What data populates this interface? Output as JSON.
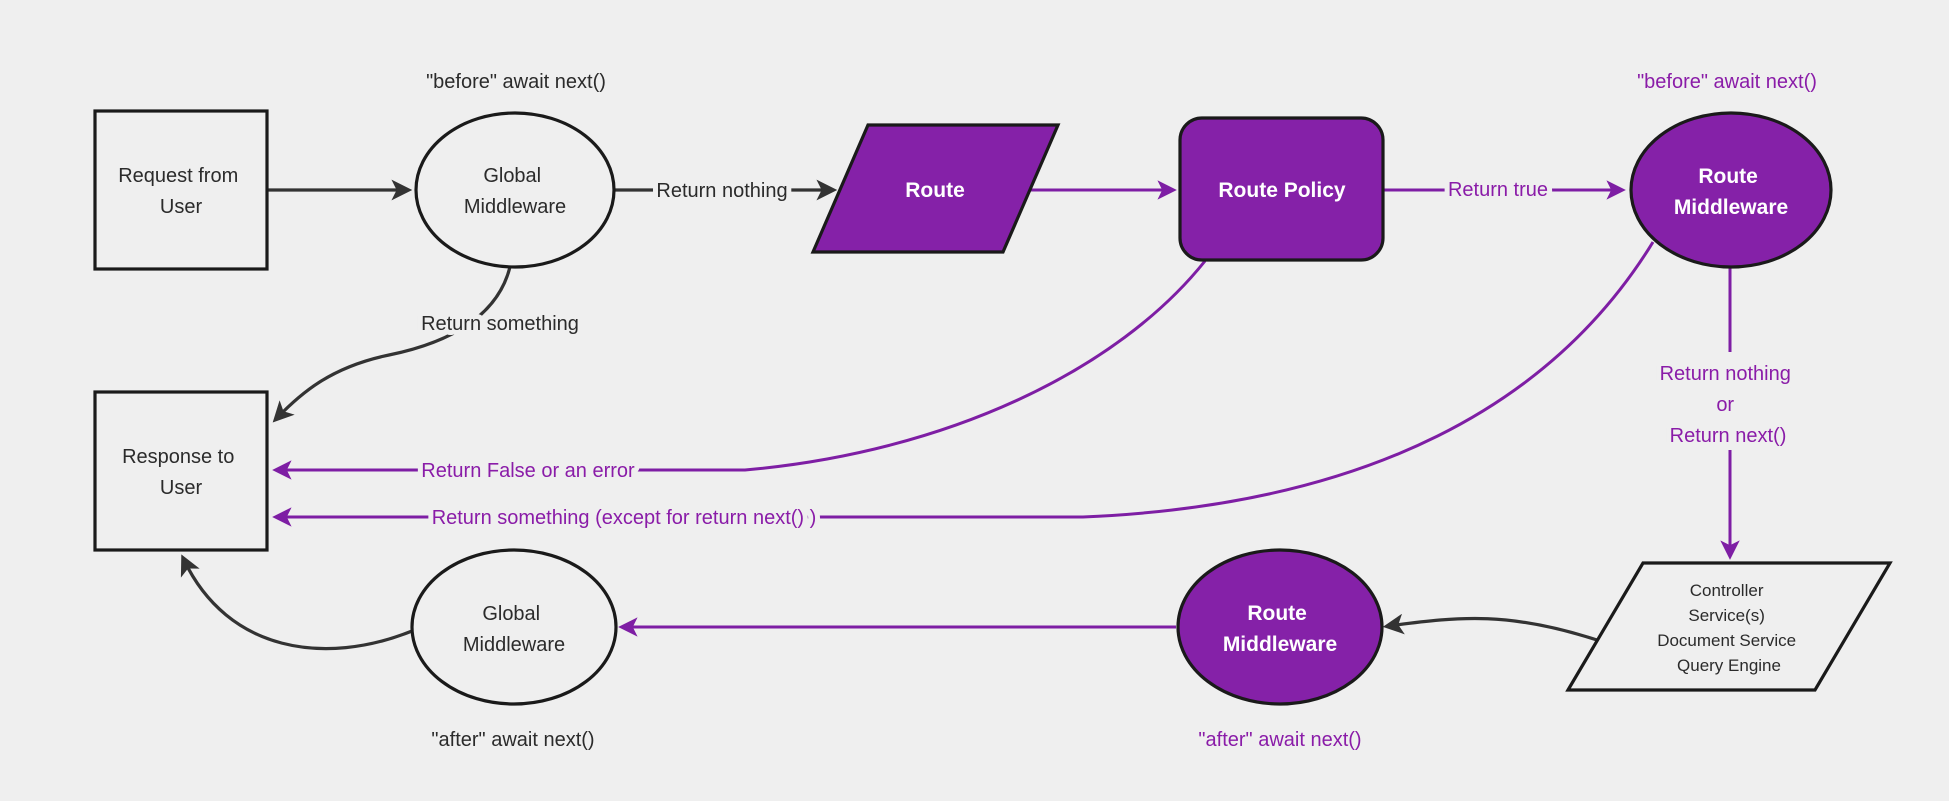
{
  "colors": {
    "canvas_bg": "#efefef",
    "purple_fill": "#8521a8",
    "purple_line": "#7e1ea4",
    "purple_text": "#8a1ca8",
    "edge_black": "#333333",
    "border": "#1a1a1a",
    "text_black": "#2b2b2b",
    "node_text_white": "#ffffff"
  },
  "nodes": {
    "request": {
      "lines": [
        "Request from",
        "User"
      ]
    },
    "global_middleware_top": {
      "lines": [
        "Global",
        "Middleware"
      ]
    },
    "route": {
      "label": "Route"
    },
    "route_policy": {
      "label": "Route Policy"
    },
    "route_middleware_top": {
      "lines": [
        "Route",
        "Middleware"
      ]
    },
    "controller": {
      "lines": [
        "Controller",
        "Service(s)",
        "Document Service",
        "Query Engine"
      ]
    },
    "route_middleware_bottom": {
      "lines": [
        "Route",
        "Middleware"
      ]
    },
    "global_middleware_bottom": {
      "lines": [
        "Global",
        "Middleware"
      ]
    },
    "response": {
      "lines": [
        "Response to",
        "User"
      ]
    }
  },
  "edge_labels": {
    "before_await_next_black": "\"before\" await next()",
    "before_await_next_purple": "\"before\" await next()",
    "after_await_next_purple": "\"after\" await next()",
    "after_await_next_black": "\"after\" await next()",
    "return_nothing": "Return nothing",
    "return_something": "Return something",
    "return_true": "Return true",
    "return_false_or_error": "Return False or an error",
    "return_something_except": "Return something (except for return next() )",
    "return_nothing_or_next": [
      "Return nothing",
      "or",
      "Return next()"
    ]
  }
}
